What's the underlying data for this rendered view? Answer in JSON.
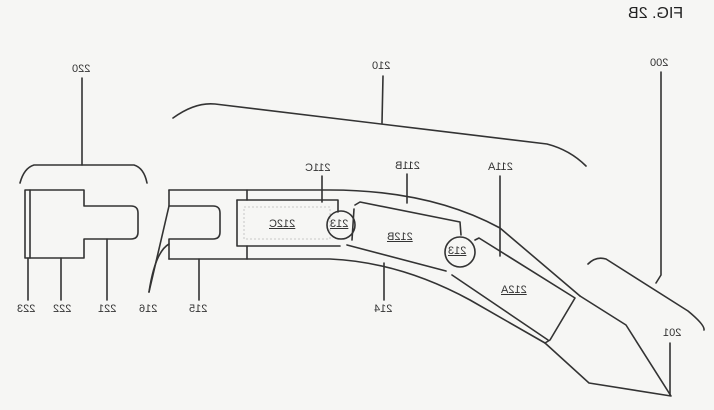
{
  "figure": {
    "title": "FIG. 2B",
    "mirrored": true,
    "labels": {
      "l200": "200",
      "l201": "201",
      "l210": "210",
      "l211A": "211A",
      "l211B": "211B",
      "l211C": "211C",
      "l212A": "212A",
      "l212B": "212B",
      "l212C": "212C",
      "l213a": "213",
      "l213b": "213",
      "l214": "214",
      "l215": "215",
      "l216": "216",
      "l220": "220",
      "l221": "221",
      "l222": "222",
      "l223": "223"
    },
    "stroke_color": "#333333",
    "background_color": "#f6f6f4"
  }
}
